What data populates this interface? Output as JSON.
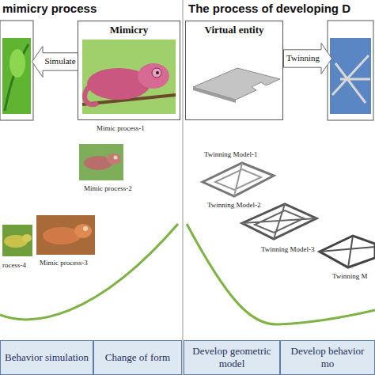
{
  "diagram": {
    "nodes": [
      {
        "text": [
          "Simulate"
        ]
      },
      {
        "text": [
          "Mimicry"
        ]
      },
      {
        "text": [
          "Virtual entity"
        ]
      },
      {
        "text": [
          "Twinning"
        ]
      },
      {
        "text": [
          "Behavior simulation"
        ]
      },
      {
        "text": [
          "Change of form"
        ]
      },
      {
        "text": [
          "Develop geometric model"
        ]
      },
      {
        "text": [
          "Develop behavior mo"
        ]
      }
    ],
    "labels": [
      "mimicry process",
      "The process of developing D",
      "Mimic process-1",
      "Mimic process-2",
      "Mimic process-3",
      "rocess-4",
      "Twinning Model-1",
      "Twinning Model-2",
      "Twinning Model-3",
      "Twinning M"
    ]
  }
}
